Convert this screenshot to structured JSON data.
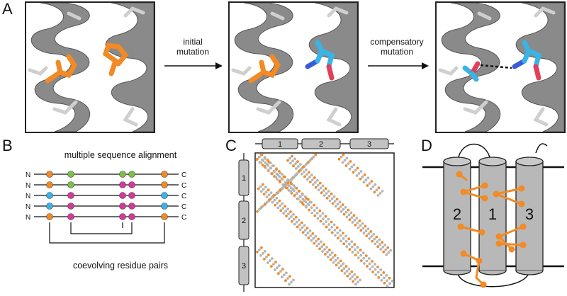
{
  "panels": {
    "a": {
      "label": "A",
      "arrow1_label": "initial\nmutation",
      "arrow2_label": "compensatory\nmutation"
    },
    "b": {
      "label": "B",
      "title": "multiple sequence alignment",
      "footer": "coevolving residue pairs",
      "row_start": "N",
      "row_end": "C",
      "colors": {
        "orange": "#f28a25",
        "green": "#7bc142",
        "magenta": "#d6389a",
        "blue": "#38b4e6"
      },
      "rows": [
        [
          "orange",
          "green",
          "green",
          "green",
          "orange"
        ],
        [
          "orange",
          "green",
          "magenta",
          "magenta",
          "orange"
        ],
        [
          "blue",
          "magenta",
          "magenta",
          "magenta",
          "blue"
        ],
        [
          "blue",
          "magenta",
          "magenta",
          "magenta",
          "blue"
        ],
        [
          "orange",
          "magenta",
          "magenta",
          "magenta",
          "orange"
        ]
      ]
    },
    "c": {
      "label": "C",
      "segments": [
        "1",
        "2",
        "3"
      ],
      "contact_color": "#f28a25",
      "background_color": "#b5b5b5"
    },
    "d": {
      "label": "D",
      "helices": [
        "2",
        "1",
        "3"
      ],
      "link_color": "#f28a25",
      "helix_color": "#b8b8b8"
    }
  }
}
